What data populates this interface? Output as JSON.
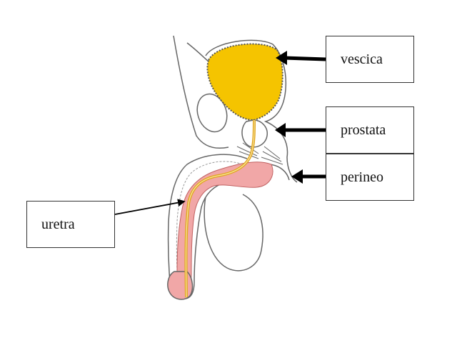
{
  "labels": {
    "vescica": "vescica",
    "prostata": "prostata",
    "perineo": "perineo",
    "uretra": "uretra"
  },
  "colors": {
    "bladder": "#f5c400",
    "urethra": "#e2a520",
    "penile_tissue": "#f1a7a7",
    "outline": "#555555",
    "arrow": "#000000"
  }
}
